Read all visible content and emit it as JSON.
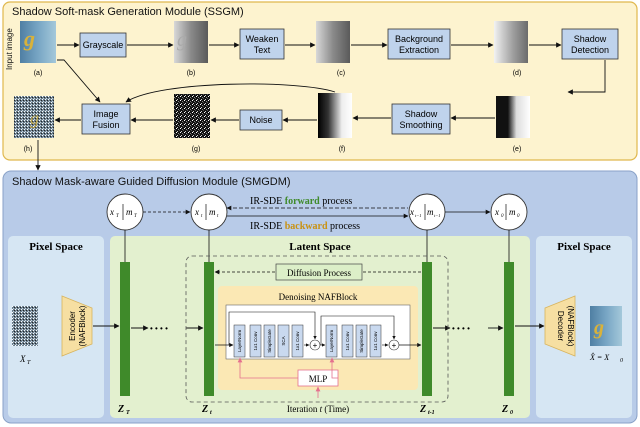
{
  "ssgm": {
    "title": "Shadow Soft-mask Generation Module (SSGM)",
    "input_label": "Input image",
    "steps": {
      "grayscale": "Grayscale",
      "weaken_line1": "Weaken",
      "weaken_line2": "Text",
      "bg_line1": "Background",
      "bg_line2": "Extraction",
      "det_line1": "Shadow",
      "det_line2": "Detection",
      "smooth_line1": "Shadow",
      "smooth_line2": "Smoothing",
      "noise": "Noise",
      "fusion_line1": "Image",
      "fusion_line2": "Fusion"
    },
    "image_labels": [
      "(a)",
      "(b)",
      "(c)",
      "(d)",
      "(e)",
      "(f)",
      "(g)",
      "(h)"
    ]
  },
  "smgdm": {
    "title": "Shadow Mask-aware Guided Diffusion Module (SMGDM)",
    "pixel_space_left": "Pixel Space",
    "pixel_space_right": "Pixel Space",
    "latent_space": "Latent Space",
    "encoder_line1": "Encoder",
    "encoder_line2": "(NAFBlock)",
    "decoder_line1": "Decoder",
    "decoder_line2": "(NAFBlock)",
    "input_var": "X",
    "input_var_sub": "T",
    "output_eq": "X̂ = X",
    "output_eq_sub": "0",
    "forward_prefix": "IR-SDE ",
    "forward_word": "forward",
    "forward_suffix": " process",
    "backward_prefix": "IR-SDE ",
    "backward_word": "backward",
    "backward_suffix": " process",
    "diffusion_process": "Diffusion Process",
    "denoising": "Denoising NAFBlock",
    "mlp": "MLP",
    "iteration": "Iteration",
    "iteration_var": "t",
    "iteration_suffix": " (Time)",
    "dots": "• • • •",
    "nodes": [
      {
        "var": "x",
        "sub": "T",
        "mvar": "m",
        "msub": "T"
      },
      {
        "var": "x",
        "sub": "t",
        "mvar": "m",
        "msub": "t"
      },
      {
        "var": "x",
        "sub": "t−1",
        "mvar": "m",
        "msub": "t−1"
      },
      {
        "var": "x",
        "sub": "0",
        "mvar": "m",
        "msub": "0"
      }
    ],
    "z_labels": [
      {
        "var": "Z",
        "sub": "T"
      },
      {
        "var": "Z",
        "sub": "t"
      },
      {
        "var": "Z",
        "sub": "t-1"
      },
      {
        "var": "Z",
        "sub": "0"
      }
    ],
    "layers": {
      "layernorm": "LayerNorm",
      "conv1x1": "1x1 Conv",
      "simplegate": "SimpleGate",
      "sca": "SCA",
      "plus": "+"
    }
  },
  "colors": {
    "ssgm_bg": "#fdf3cf",
    "smgdm_bg": "#b8cbe8",
    "pixel_bg": "#d6e6f3",
    "latent_bg": "#e3f0cf",
    "green_bar": "#3f8a2a",
    "forward": "#3f8a2a",
    "backward": "#c99212",
    "mlp_border": "#e4708e"
  }
}
